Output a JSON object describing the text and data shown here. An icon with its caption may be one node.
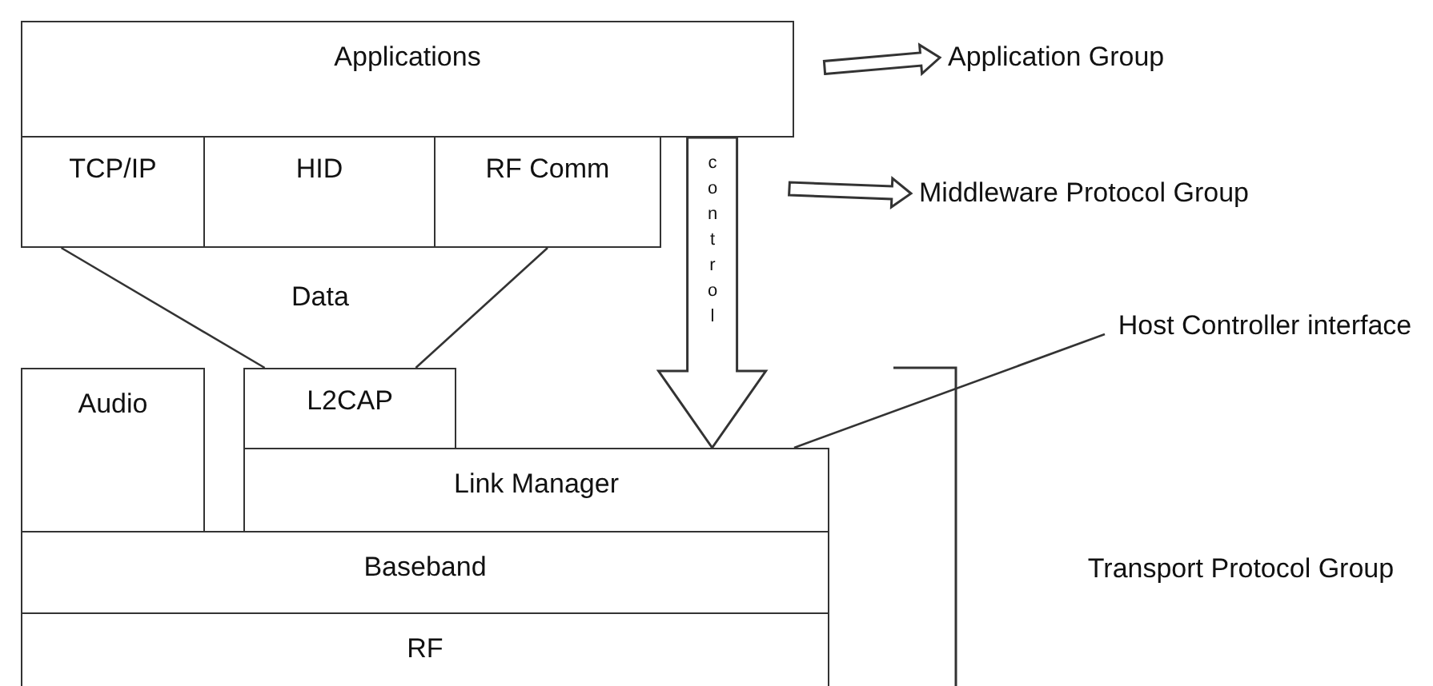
{
  "diagram": {
    "nodes": [
      {
        "text": [
          "Applications"
        ]
      },
      {
        "text": [
          "TCP/IP"
        ]
      },
      {
        "text": [
          "HID"
        ]
      },
      {
        "text": [
          "RF Comm"
        ]
      },
      {
        "text": [
          "Audio"
        ]
      },
      {
        "text": [
          "L2CAP"
        ]
      },
      {
        "text": [
          "Link Manager"
        ]
      },
      {
        "text": [
          "Baseband"
        ]
      },
      {
        "text": [
          "RF"
        ]
      },
      {
        "text": [
          "Application Group"
        ]
      },
      {
        "text": [
          "Middleware Protocol Group"
        ]
      },
      {
        "text": [
          "Host Controller interface"
        ]
      },
      {
        "text": [
          "Transport Protocol Group"
        ]
      }
    ],
    "edges": [
      {
        "from": 0,
        "to": 9,
        "arrow": "to",
        "style": "thick"
      },
      {
        "from": null,
        "to": 10,
        "arrow": "to",
        "style": "thick"
      },
      {
        "from": 1,
        "to": 5,
        "arrow": "none"
      },
      {
        "from": 3,
        "to": 5,
        "arrow": "none"
      },
      {
        "from": 0,
        "to": 6,
        "arrow": "to",
        "style": "thick",
        "label": "control"
      },
      {
        "from": 11,
        "to": 6,
        "arrow": "none"
      }
    ],
    "labels": [
      "Data"
    ]
  }
}
